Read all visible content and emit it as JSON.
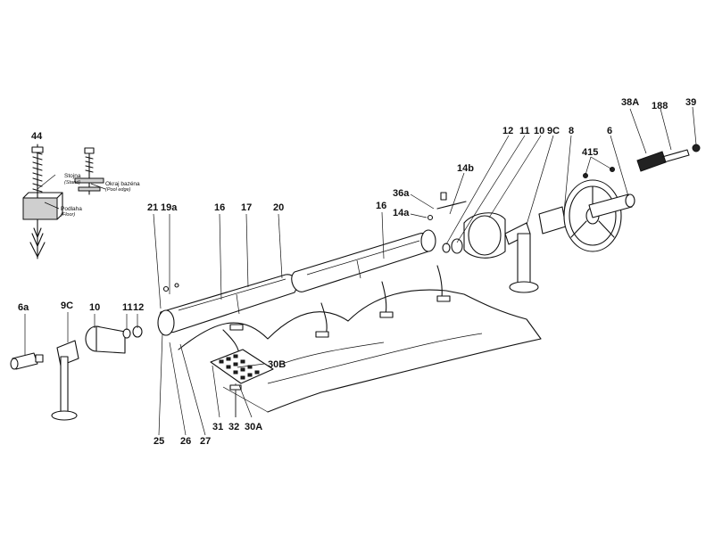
{
  "diagram": {
    "callouts": [
      {
        "id": "c-44",
        "text": "44"
      },
      {
        "id": "c-21",
        "text": "21"
      },
      {
        "id": "c-19a",
        "text": "19a"
      },
      {
        "id": "c-16-left",
        "text": "16"
      },
      {
        "id": "c-17",
        "text": "17"
      },
      {
        "id": "c-20",
        "text": "20"
      },
      {
        "id": "c-16-right",
        "text": "16"
      },
      {
        "id": "c-36a",
        "text": "36a"
      },
      {
        "id": "c-14a",
        "text": "14a"
      },
      {
        "id": "c-14b",
        "text": "14b"
      },
      {
        "id": "c-12-top",
        "text": "12"
      },
      {
        "id": "c-11-top",
        "text": "11"
      },
      {
        "id": "c-10-top",
        "text": "10"
      },
      {
        "id": "c-9c-top",
        "text": "9C"
      },
      {
        "id": "c-8",
        "text": "8"
      },
      {
        "id": "c-6",
        "text": "6"
      },
      {
        "id": "c-415",
        "text": "415"
      },
      {
        "id": "c-38a",
        "text": "38A"
      },
      {
        "id": "c-188",
        "text": "188"
      },
      {
        "id": "c-39",
        "text": "39"
      },
      {
        "id": "c-6a",
        "text": "6a"
      },
      {
        "id": "c-9c-left",
        "text": "9C"
      },
      {
        "id": "c-10-left",
        "text": "10"
      },
      {
        "id": "c-11-left",
        "text": "11"
      },
      {
        "id": "c-12-left",
        "text": "12"
      },
      {
        "id": "c-30b",
        "text": "30B"
      },
      {
        "id": "c-25",
        "text": "25"
      },
      {
        "id": "c-26",
        "text": "26"
      },
      {
        "id": "c-27",
        "text": "27"
      },
      {
        "id": "c-31",
        "text": "31"
      },
      {
        "id": "c-32",
        "text": "32"
      },
      {
        "id": "c-30a",
        "text": "30A"
      }
    ],
    "notes": {
      "stand": "Stojna",
      "stand_en": "(Stand)",
      "pool_edge": "Okraj bazéna",
      "pool_edge_en": "(Pool edge)",
      "floor": "Podlaha",
      "floor_en": "(Floor)"
    }
  }
}
